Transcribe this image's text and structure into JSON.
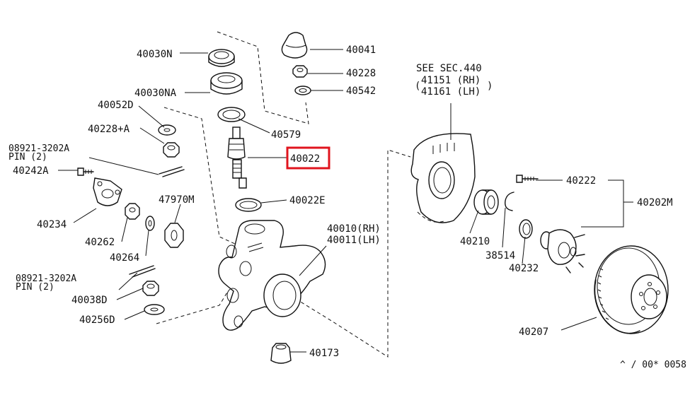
{
  "labels": {
    "p40030N": "40030N",
    "p40030NA": "40030NA",
    "p40052D": "40052D",
    "p40228A": "40228+A",
    "pin1a": "08921-3202A",
    "pin1b": "PIN (2)",
    "p40242A": "40242A",
    "p40234": "40234",
    "p40262": "40262",
    "p40264": "40264",
    "p47970M": "47970M",
    "pin2a": "08921-3202A",
    "pin2b": "PIN (2)",
    "p40038D": "40038D",
    "p40256D": "40256D",
    "p40041": "40041",
    "p40228": "40228",
    "p40542": "40542",
    "p40579": "40579",
    "p40022": "40022",
    "p40022E": "40022E",
    "p40010": "40010(RH)",
    "p40011": "40011(LH)",
    "p40173": "40173",
    "see1": "SEE SEC.440",
    "see2": "41151 (RH)",
    "see3": "41161 (LH)",
    "p40210": "40210",
    "p38514": "38514",
    "p40232": "40232",
    "p40222": "40222",
    "p40202M": "40202M",
    "p40207": "40207",
    "code": "^ / 00* 0058"
  },
  "highlight_color": "#e0141e",
  "highlighted_part": "40022"
}
